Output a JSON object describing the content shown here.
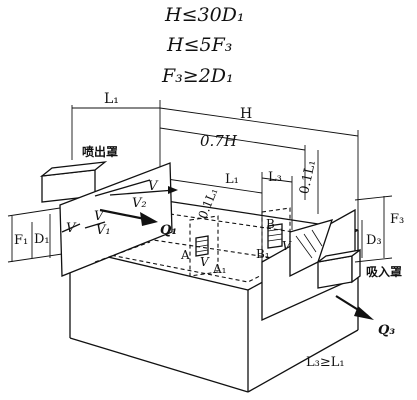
{
  "formulas": [
    "H≤30D₁",
    "H≤5F₃",
    "F₃≥2D₁"
  ],
  "labels": {
    "L1_top": "L₁",
    "H_top": "H",
    "h07": "0.7H",
    "L1_mid": "L₁",
    "L3_mid": "L₃",
    "l01_right": "0.1L₁",
    "l01_mid": "0.1L₁",
    "blow_hood": "喷出罩",
    "suction_hood": "吸入罩",
    "F1": "F₁",
    "D1": "D₁",
    "F3": "F₃",
    "D3": "D₃",
    "V_top": "V",
    "V2": "V₂",
    "V_a": "V",
    "V_b": "V",
    "V1": "V₁",
    "Q1": "Q₁",
    "Q3": "Q₃",
    "A": "A",
    "A1": "A₁",
    "B": "B",
    "B1": "B₁",
    "V_A": "V",
    "V_B": "V",
    "cond": "L₃≥L₁"
  }
}
